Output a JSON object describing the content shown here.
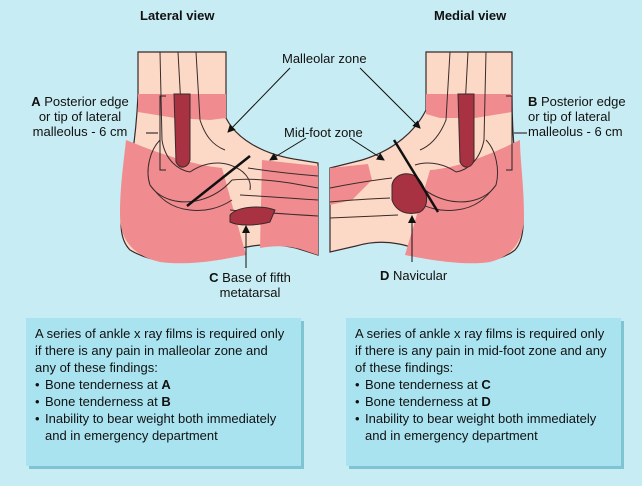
{
  "lateral": {
    "title": "Lateral view",
    "label_a_letter": "A",
    "label_a_text": " Posterior edge\nor tip of lateral\nmalleolus - 6 cm",
    "label_c_letter": "C",
    "label_c_text": " Base of fifth\nmetatarsal"
  },
  "medial": {
    "title": "Medial view",
    "label_b_letter": "B",
    "label_b_text": " Posterior edge\nor tip of lateral\nmalleolus - 6 cm",
    "label_d_letter": "D",
    "label_d_text": " Navicular"
  },
  "zones": {
    "malleolar": "Malleolar zone",
    "midfoot": "Mid-foot zone"
  },
  "box_left": {
    "intro": "A series of ankle x ray films is required only if there is any pain in malleolar zone and any of these findings:",
    "item1_pre": "Bone tenderness at ",
    "item1_bold": "A",
    "item2_pre": "Bone tenderness at ",
    "item2_bold": "B",
    "item3": "Inability to bear weight both immediately and in emergency department"
  },
  "box_right": {
    "intro": "A series of ankle x ray films is required only if there is any pain in mid-foot zone and any of these findings:",
    "item1_pre": "Bone tenderness at ",
    "item1_bold": "C",
    "item2_pre": "Bone tenderness at ",
    "item2_bold": "D",
    "item3": "Inability to bear weight both immediately and in emergency department"
  },
  "colors": {
    "background": "#c8ecf3",
    "skin_light": "#fcd9c6",
    "zone_pink": "#f08c8f",
    "bone_dark": "#a83242",
    "box": "#a9e3ef"
  }
}
